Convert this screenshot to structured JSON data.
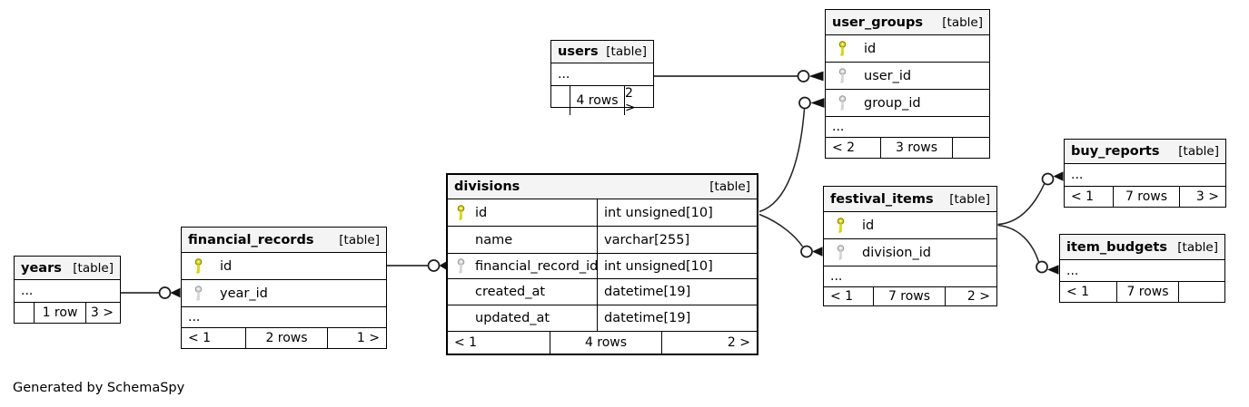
{
  "meta": {
    "generator": "Generated by SchemaSpy",
    "table_tag": "[table]"
  },
  "colors": {
    "header_bg": "#f4f4f4",
    "border": "#000000",
    "primary_key": "#d6d600",
    "foreign_key": "#d4d4d4",
    "connector": "#4a4a4a"
  },
  "tables": {
    "users": {
      "name": "users",
      "rows": [
        {
          "name": "...",
          "key": "none"
        }
      ],
      "footer": {
        "left": "",
        "center": "4 rows",
        "right": "2 >"
      }
    },
    "user_groups": {
      "name": "user_groups",
      "rows": [
        {
          "name": "id",
          "key": "primary"
        },
        {
          "name": "user_id",
          "key": "foreign"
        },
        {
          "name": "group_id",
          "key": "foreign"
        },
        {
          "name": "...",
          "key": "none"
        }
      ],
      "footer": {
        "left": "< 2",
        "center": "3 rows",
        "right": ""
      }
    },
    "buy_reports": {
      "name": "buy_reports",
      "rows": [
        {
          "name": "...",
          "key": "none"
        }
      ],
      "footer": {
        "left": "< 1",
        "center": "7 rows",
        "right": "3 >"
      }
    },
    "festival_items": {
      "name": "festival_items",
      "rows": [
        {
          "name": "id",
          "key": "primary"
        },
        {
          "name": "division_id",
          "key": "foreign"
        },
        {
          "name": "...",
          "key": "none"
        }
      ],
      "footer": {
        "left": "< 1",
        "center": "7 rows",
        "right": "2 >"
      }
    },
    "item_budgets": {
      "name": "item_budgets",
      "rows": [
        {
          "name": "...",
          "key": "none"
        }
      ],
      "footer": {
        "left": "< 1",
        "center": "7 rows",
        "right": ""
      }
    },
    "divisions": {
      "name": "divisions",
      "rows": [
        {
          "name": "id",
          "key": "primary",
          "type": "int unsigned[10]"
        },
        {
          "name": "name",
          "key": "none",
          "type": "varchar[255]"
        },
        {
          "name": "financial_record_id",
          "key": "foreign",
          "type": "int unsigned[10]"
        },
        {
          "name": "created_at",
          "key": "none",
          "type": "datetime[19]"
        },
        {
          "name": "updated_at",
          "key": "none",
          "type": "datetime[19]"
        }
      ],
      "footer": {
        "left": "< 1",
        "center": "4 rows",
        "right": "2 >"
      }
    },
    "financial_records": {
      "name": "financial_records",
      "rows": [
        {
          "name": "id",
          "key": "primary"
        },
        {
          "name": "year_id",
          "key": "foreign"
        },
        {
          "name": "...",
          "key": "none"
        }
      ],
      "footer": {
        "left": "< 1",
        "center": "2 rows",
        "right": "1 >"
      }
    },
    "years": {
      "name": "years",
      "rows": [
        {
          "name": "...",
          "key": "none"
        }
      ],
      "footer": {
        "left": "",
        "center": "1 row",
        "right": "3 >"
      }
    }
  },
  "relationships": [
    {
      "from": "users",
      "to": "user_groups.user_id"
    },
    {
      "from": "divisions.id",
      "to": "user_groups.group_id"
    },
    {
      "from": "divisions.id",
      "to": "festival_items.division_id"
    },
    {
      "from": "festival_items.id",
      "to": "buy_reports"
    },
    {
      "from": "festival_items.id",
      "to": "item_budgets"
    },
    {
      "from": "years",
      "to": "financial_records.year_id"
    },
    {
      "from": "financial_records.id",
      "to": "divisions.financial_record_id"
    }
  ]
}
